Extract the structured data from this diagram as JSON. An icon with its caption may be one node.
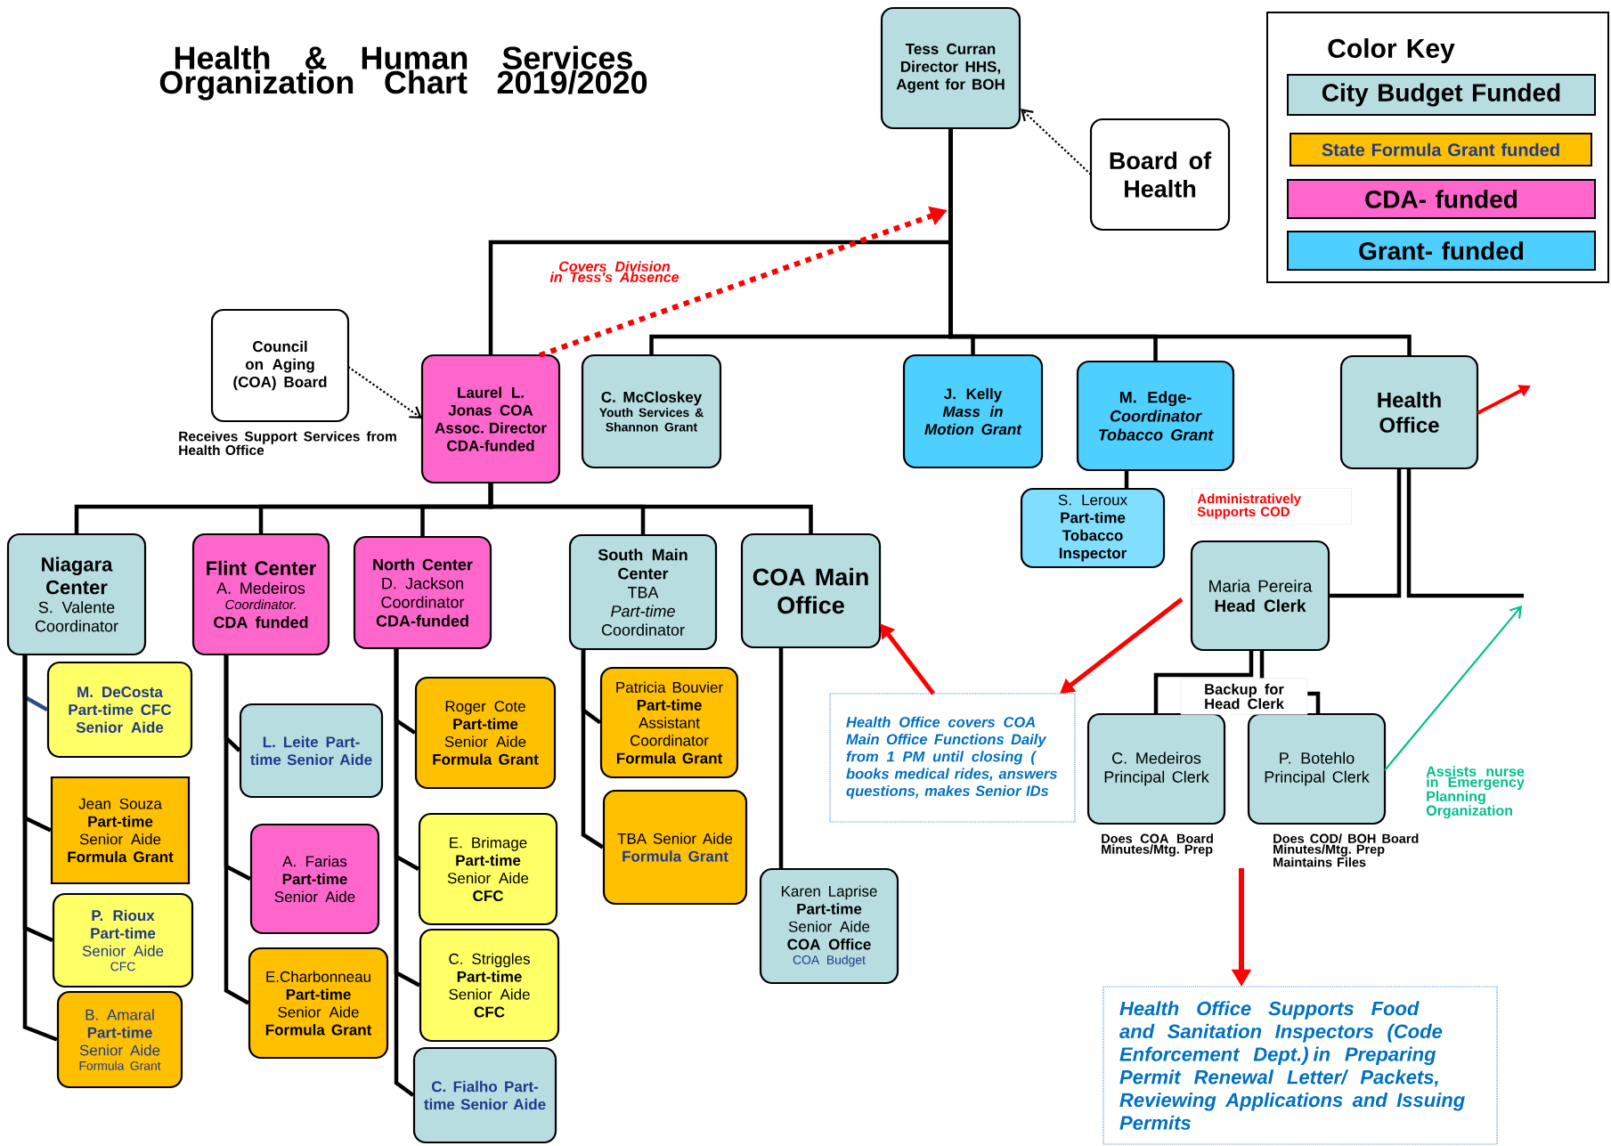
{
  "diagram": {
    "title": "Health & Human Services Organization Chart 2019/2020",
    "nodes": [
      {
        "text": [
          "Tess Curran Director HHS, Agent for BOH"
        ]
      },
      {
        "text": [
          "Board of Health"
        ]
      },
      {
        "text": [
          "Council on Aging (COA) Board"
        ],
        "beside": [
          "Receives Support Services from Health Office"
        ]
      },
      {
        "text": [
          "Laurel L. Jonas COA Assoc. Director CDA-funded"
        ]
      },
      {
        "text": [
          "C. McCloskey",
          "Youth Services & Shannon Grant"
        ]
      },
      {
        "text": [
          "J. Kelly",
          "Mass in Motion Grant"
        ]
      },
      {
        "text": [
          "M. Edge-",
          "Coordinator Tobacco Grant"
        ]
      },
      {
        "text": [
          "Health Office"
        ]
      },
      {
        "text": [
          "S. Leroux",
          "Part-time Tobacco Inspector"
        ]
      },
      {
        "text": [
          "Niagara Center",
          "S. Valente Coordinator"
        ]
      },
      {
        "text": [
          "Flint Center",
          "A. Medeiros",
          "Coordinator.",
          "CDA funded"
        ]
      },
      {
        "text": [
          "North Center",
          "D. Jackson Coordinator",
          "CDA-funded"
        ]
      },
      {
        "text": [
          "South Main Center",
          "TBA",
          "Part-time",
          "Coordinator"
        ]
      },
      {
        "text": [
          "COA Main Office"
        ]
      },
      {
        "text": [
          "M. DeCosta Part-time CFC Senior Aide"
        ]
      },
      {
        "text": [
          "Jean Souza",
          "Part-time",
          "Senior Aide",
          "Formula Grant"
        ]
      },
      {
        "text": [
          "P. Rioux Part-time",
          "Senior Aide",
          "CFC"
        ]
      },
      {
        "text": [
          "B. Amaral",
          "Part-time",
          "Senior Aide",
          "Formula Grant"
        ]
      },
      {
        "text": [
          "L. Leite Part-time Senior Aide"
        ]
      },
      {
        "text": [
          "A. Farias",
          "Part-time",
          "Senior Aide"
        ]
      },
      {
        "text": [
          "E.Charbonneau",
          "Part-time",
          "Senior Aide",
          "Formula Grant"
        ]
      },
      {
        "text": [
          "Roger Cote",
          "Part-time",
          "Senior Aide",
          "Formula Grant"
        ]
      },
      {
        "text": [
          "E. Brimage",
          "Part-time",
          "Senior Aide",
          "CFC"
        ]
      },
      {
        "text": [
          "C. Striggles",
          "Part-time",
          "Senior Aide",
          "CFC"
        ]
      },
      {
        "text": [
          "C. Fialho Part-time Senior Aide"
        ]
      },
      {
        "text": [
          "Patricia Bouvier",
          "Part-time",
          "Assistant Coordinator",
          "Formula Grant"
        ]
      },
      {
        "text": [
          "TBA Senior Aide",
          "Formula Grant"
        ]
      },
      {
        "text": [
          "Karen Laprise",
          "Part-time",
          "Senior Aide",
          "COA Office",
          "COA Budget"
        ]
      },
      {
        "text": [
          "Maria Pereira",
          "Head Clerk"
        ],
        "beside": [
          "Administratively Supports COD"
        ]
      },
      {
        "text": [
          "C. Medeiros Principal Clerk"
        ],
        "beside": [
          "Does COA Board Minutes/Mtg. Prep"
        ]
      },
      {
        "text": [
          "P. Botehlo Principal Clerk"
        ],
        "beside": [
          "Does COD/ BOH Board Minutes/Mtg. Prep Maintains Files"
        ]
      },
      {
        "text": [
          "Health Office covers COA Main Office Functions Daily from 1 PM until closing ( books medical rides, answers questions, makes Senior IDs"
        ]
      },
      {
        "text": [
          "Health Office Supports Food and Sanitation Inspectors (Code Enforcement Dept.) in Preparing Permit Renewal Letter/ Packets, Reviewing Applications and Issuing Permits"
        ]
      }
    ],
    "edges": [
      {
        "from": 0,
        "to": 3,
        "arrow": "none"
      },
      {
        "from": 0,
        "to": 4,
        "arrow": "none"
      },
      {
        "from": 0,
        "to": 5,
        "arrow": "none"
      },
      {
        "from": 0,
        "to": 6,
        "arrow": "none"
      },
      {
        "from": 0,
        "to": 7,
        "arrow": "none"
      },
      {
        "from": 6,
        "to": 8,
        "arrow": "none"
      },
      {
        "from": 3,
        "to": 9,
        "arrow": "none"
      },
      {
        "from": 3,
        "to": 10,
        "arrow": "none"
      },
      {
        "from": 3,
        "to": 11,
        "arrow": "none"
      },
      {
        "from": 3,
        "to": 12,
        "arrow": "none"
      },
      {
        "from": 3,
        "to": 13,
        "arrow": "none"
      },
      {
        "from": 9,
        "to": 14,
        "arrow": "none",
        "color": "#2f4b8c"
      },
      {
        "from": 9,
        "to": 15,
        "arrow": "none"
      },
      {
        "from": 9,
        "to": 16,
        "arrow": "none"
      },
      {
        "from": 9,
        "to": 17,
        "arrow": "none"
      },
      {
        "from": 10,
        "to": 18,
        "arrow": "none"
      },
      {
        "from": 10,
        "to": 19,
        "arrow": "none"
      },
      {
        "from": 10,
        "to": 20,
        "arrow": "none"
      },
      {
        "from": 11,
        "to": 21,
        "arrow": "none"
      },
      {
        "from": 11,
        "to": 22,
        "arrow": "none"
      },
      {
        "from": 11,
        "to": 23,
        "arrow": "none"
      },
      {
        "from": 11,
        "to": 24,
        "arrow": "none"
      },
      {
        "from": 12,
        "to": 25,
        "arrow": "none"
      },
      {
        "from": 12,
        "to": 26,
        "arrow": "none"
      },
      {
        "from": 13,
        "to": 27,
        "arrow": "none"
      },
      {
        "from": 7,
        "to": 28,
        "arrow": "none"
      },
      {
        "from": 7,
        "to": null,
        "arrow": "none"
      },
      {
        "from": 28,
        "to": 29,
        "arrow": "none"
      },
      {
        "from": 28,
        "to": 30,
        "arrow": "none"
      },
      {
        "from": 1,
        "to": 0,
        "arrow": "to",
        "style": "dashed"
      },
      {
        "from": 2,
        "to": 3,
        "arrow": "to",
        "style": "dashed"
      },
      {
        "from": 3,
        "to": 0,
        "arrow": "to",
        "style": "dashed",
        "color": "#ff0000",
        "label": "Covers Division in Tess's Absence"
      },
      {
        "from": 7,
        "to": null,
        "arrow": "to",
        "color": "#ff0000"
      },
      {
        "from": 28,
        "to": 31,
        "arrow": "to",
        "color": "#ff0000"
      },
      {
        "from": 31,
        "to": 13,
        "arrow": "to",
        "color": "#ff0000"
      },
      {
        "from": null,
        "to": 32,
        "arrow": "to",
        "color": "#ff0000"
      },
      {
        "from": 30,
        "to": null,
        "arrow": "to",
        "color": "#00c08b",
        "label": "Assists nurse in Emergency Planning Organization"
      }
    ],
    "labels": [
      "Color Key",
      "Backup for Head Clerk"
    ],
    "legend": [
      {
        "text": "City Budget Funded",
        "color": "#b7dde1"
      },
      {
        "text": "State Formula Grant funded",
        "color": "#ffc000"
      },
      {
        "text": "CDA- funded",
        "color": "#ff66cc"
      },
      {
        "text": "Grant- funded",
        "color": "#4dcfff"
      }
    ]
  }
}
